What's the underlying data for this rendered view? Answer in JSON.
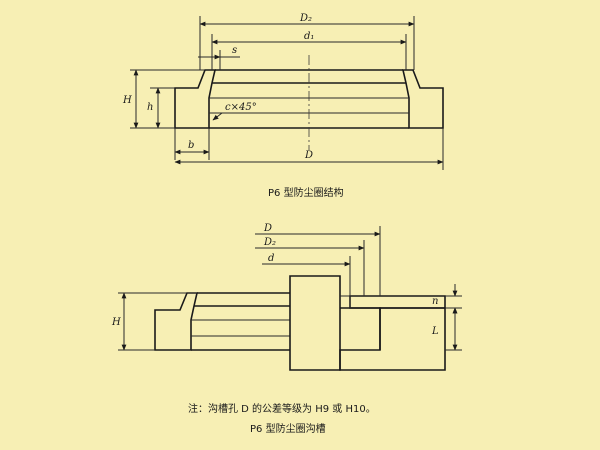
{
  "top_drawing": {
    "labels": {
      "D2": "D₂",
      "d1": "d₁",
      "s": "s",
      "H": "H",
      "h": "h",
      "c45": "c×45°",
      "b": "b",
      "D": "D"
    },
    "caption": "P6 型防尘圈结构"
  },
  "bottom_drawing": {
    "labels": {
      "D": "D",
      "D2": "D₂",
      "d": "d",
      "H": "H",
      "n": "n",
      "L": "L"
    },
    "note": "注：沟槽孔 D 的公差等级为 H9 或 H10。",
    "caption": "P6 型防尘圈沟槽"
  },
  "colors": {
    "background": "#f7efb4",
    "line": "#1a1a1a"
  }
}
